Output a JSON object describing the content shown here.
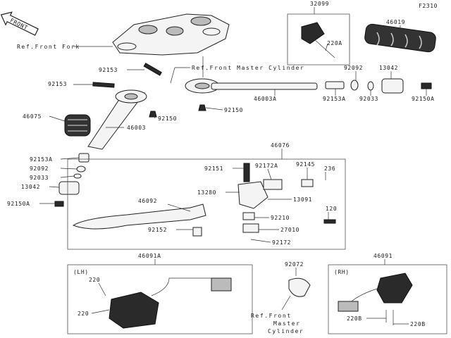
{
  "diagram_code": "F2310",
  "front_label": "FRONT",
  "refs": {
    "front_fork": "Ref.Front Fork",
    "front_master_cylinder": "Ref.Front Master Cylinder",
    "front_master_cylinder_bottom": [
      "Ref.Front",
      "Master",
      "Cylinder"
    ]
  },
  "box_labels": {
    "lh": "(LH)",
    "rh": "(RH)"
  },
  "parts": {
    "p32099": "32099",
    "p220A": "220A",
    "p46019": "46019",
    "p92153_a": "92153",
    "p92153_b": "92153",
    "p92092_r": "92092",
    "p13042_r": "13042",
    "p46003A": "46003A",
    "p92153A_r": "92153A",
    "p92033_r": "92033",
    "p92150A_r": "92150A",
    "p92150_a": "92150",
    "p92150_b": "92150",
    "p46075": "46075",
    "p46003": "46003",
    "p92153A_l": "92153A",
    "p92092_l": "92092",
    "p92033_l": "92033",
    "p13042_l": "13042",
    "p92150A_l": "92150A",
    "p46076": "46076",
    "p92151": "92151",
    "p92172A": "92172A",
    "p92145": "92145",
    "p236": "236",
    "p13280": "13280",
    "p13091": "13091",
    "p46092": "46092",
    "p120": "120",
    "p92210": "92210",
    "p92152": "92152",
    "p27010": "27010",
    "p92172": "92172",
    "p46091A": "46091A",
    "p92072": "92072",
    "p46091": "46091",
    "p220_a": "220",
    "p220_b": "220",
    "p220B_a": "220B",
    "p220B_b": "220B"
  },
  "icons": [
    "front-arrow-icon"
  ]
}
